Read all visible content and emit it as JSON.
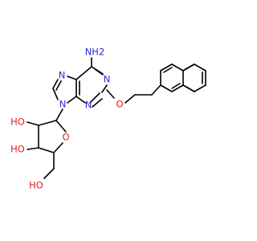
{
  "colors": {
    "nitrogen": "#2b2bd9",
    "oxygen": "#e02020",
    "bond": "#000000"
  },
  "atoms": {
    "amine": "NH2",
    "n7": "N",
    "n9": "N",
    "n1": "N",
    "n3": "N",
    "ether_o": "O",
    "ring_o": "O",
    "oh_top": "HO",
    "oh_mid": "HO",
    "oh_ch2": "HO"
  }
}
